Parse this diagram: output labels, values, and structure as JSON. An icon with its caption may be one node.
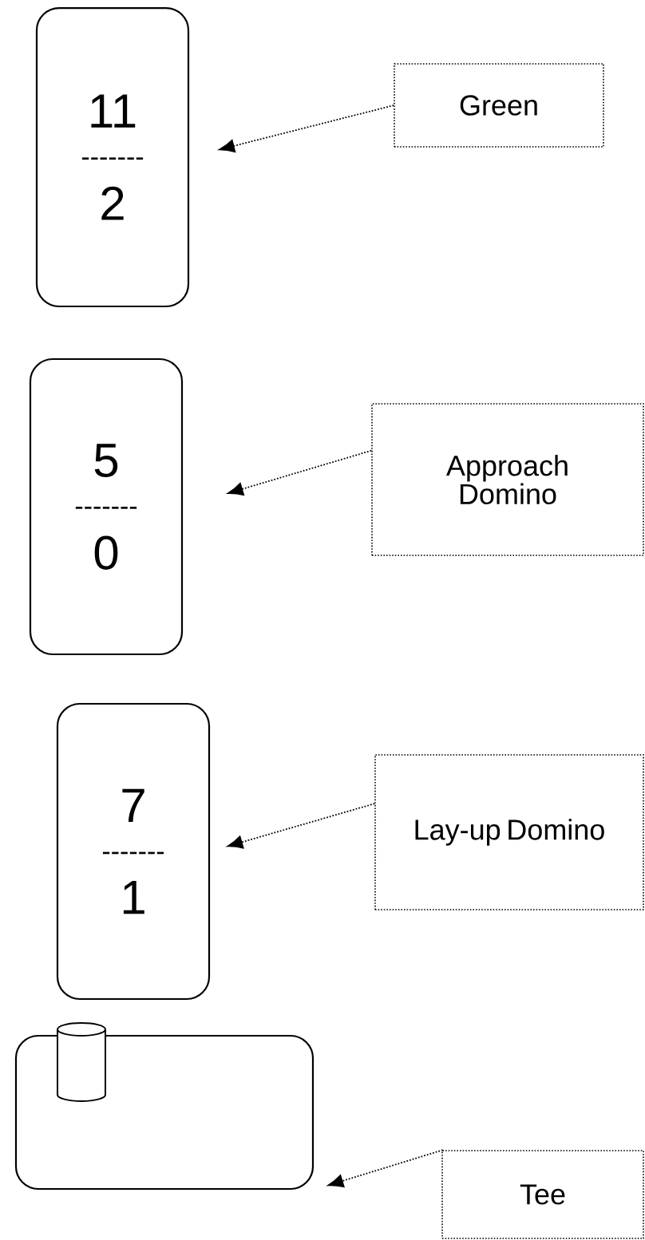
{
  "diagram": {
    "nodes": [
      {
        "text": [
          "11",
          "-------",
          "2"
        ]
      },
      {
        "text": [
          "Green"
        ]
      },
      {
        "text": [
          "5",
          "-------",
          "0"
        ]
      },
      {
        "text": [
          "Approach Domino"
        ]
      },
      {
        "text": [
          "7",
          "-------",
          "1"
        ]
      },
      {
        "text": [
          "Lay-up Domino"
        ]
      },
      {
        "text": [],
        "shape": "box"
      },
      {
        "text": [
          "Tee"
        ]
      }
    ],
    "edges": [
      {
        "from": 1,
        "to": 0,
        "arrow": "to"
      },
      {
        "from": 3,
        "to": 2,
        "arrow": "to"
      },
      {
        "from": 5,
        "to": 4,
        "arrow": "to"
      },
      {
        "from": 7,
        "to": 6,
        "arrow": "to"
      }
    ]
  }
}
